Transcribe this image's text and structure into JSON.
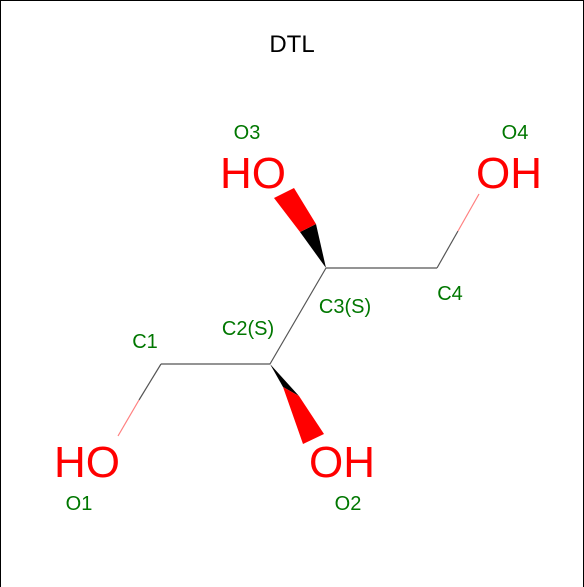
{
  "title": "DTL",
  "colors": {
    "background": "#ffffff",
    "frame": "#000000",
    "bond": "#000000",
    "oxygen": "#ff0000",
    "label": "#007700",
    "title": "#000000"
  },
  "atom_labels": {
    "c1": "C1",
    "c2": "C2(S)",
    "c3": "C3(S)",
    "c4": "C4",
    "o1": "O1",
    "o2": "O2",
    "o3": "O3",
    "o4": "O4"
  },
  "hydroxyl_groups": {
    "o1": "HO",
    "o2": "OH",
    "o3": "HO",
    "o4": "OH"
  }
}
